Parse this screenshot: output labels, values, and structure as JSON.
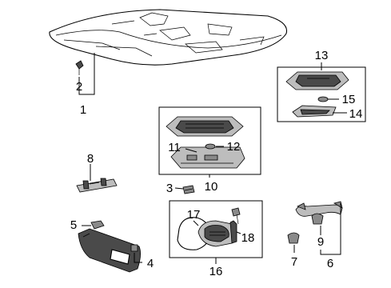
{
  "diagram": {
    "type": "exploded-parts-diagram",
    "callouts": [
      {
        "id": "1",
        "label": "1"
      },
      {
        "id": "2",
        "label": "2"
      },
      {
        "id": "3",
        "label": "3"
      },
      {
        "id": "4",
        "label": "4"
      },
      {
        "id": "5",
        "label": "5"
      },
      {
        "id": "6",
        "label": "6"
      },
      {
        "id": "7",
        "label": "7"
      },
      {
        "id": "8",
        "label": "8"
      },
      {
        "id": "9",
        "label": "9"
      },
      {
        "id": "10",
        "label": "10"
      },
      {
        "id": "11",
        "label": "11"
      },
      {
        "id": "12",
        "label": "12"
      },
      {
        "id": "13",
        "label": "13"
      },
      {
        "id": "14",
        "label": "14"
      },
      {
        "id": "15",
        "label": "15"
      },
      {
        "id": "16",
        "label": "16"
      },
      {
        "id": "17",
        "label": "17"
      },
      {
        "id": "18",
        "label": "18"
      }
    ],
    "colors": {
      "line": "#000000",
      "background": "#ffffff",
      "shade": "#bdbdbd",
      "dark": "#4a4a4a"
    }
  }
}
